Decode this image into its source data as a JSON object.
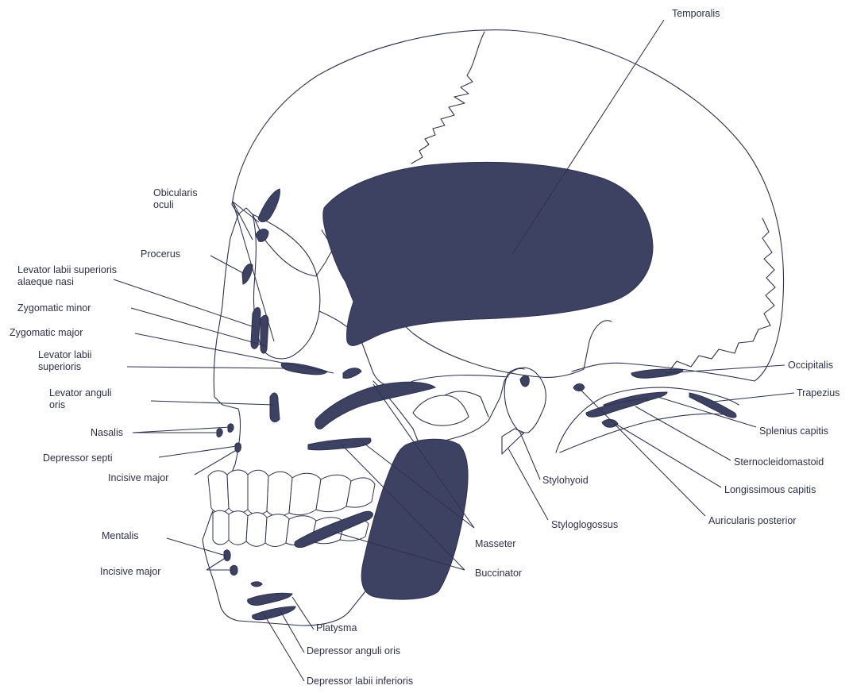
{
  "labels": {
    "temporalis": "Temporalis",
    "obicularis_oculi": [
      "Obicularis",
      "oculi"
    ],
    "procerus": "Procerus",
    "levator_labii_sup_alaeque": [
      "Levator labii superioris",
      "alaeque nasi"
    ],
    "zygomatic_minor": "Zygomatic minor",
    "zygomatic_major": "Zygomatic major",
    "levator_labii_sup": [
      "Levator labii",
      "superioris"
    ],
    "levator_anguli_oris": [
      "Levator anguli",
      "oris"
    ],
    "nasalis": "Nasalis",
    "depressor_septi": "Depressor septi",
    "incisive_major_upper": "Incisive major",
    "mentalis": "Mentalis",
    "incisive_major_lower": "Incisive major",
    "platysma": "Platysma",
    "depressor_anguli_oris": "Depressor anguli oris",
    "depressor_labii_inferioris": "Depressor labii inferioris",
    "masseter": "Masseter",
    "buccinator": "Buccinator",
    "stylohyoid": "Stylohyoid",
    "styloglossus": "Styloglogossus",
    "occipitalis": "Occipitalis",
    "trapezius": "Trapezius",
    "splenius_capitis": "Splenius capitis",
    "sternocleidomastoid": "Sternocleidomastoid",
    "longissimus_capitis": "Longissimous capitis",
    "auricularis_posterior": "Auricularis posterior"
  },
  "colors": {
    "ink": "#2f3150",
    "muscle_fill": "#3e4262",
    "background": "#ffffff"
  }
}
